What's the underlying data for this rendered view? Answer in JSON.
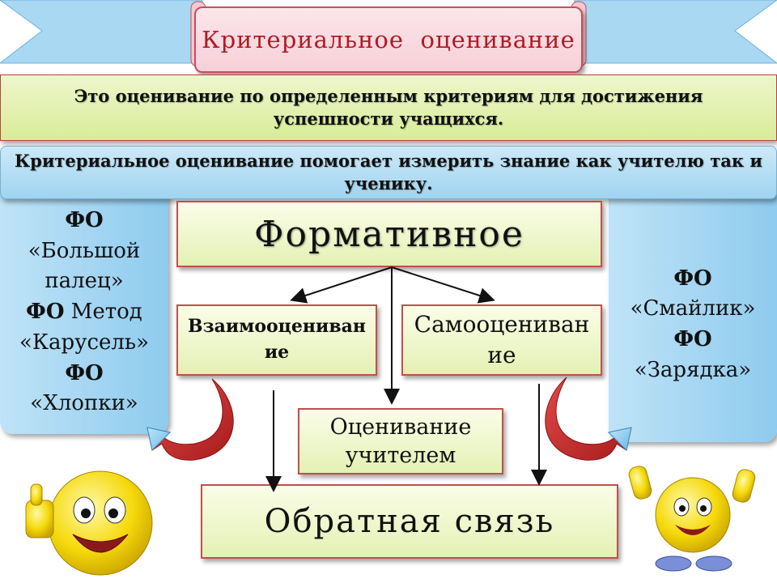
{
  "title": "Критериальное  оценивание",
  "definition": "Это оценивание по определенным критериям для достижения успешности учащихся.",
  "purpose": "Критериальное оценивание помогает измерить знание как  учителю так и ученику.",
  "left_panel": {
    "line1": "ФО",
    "line2": "«Большой",
    "line3": "палец»",
    "line4_bold": "ФО",
    "line4_rest": " Метод",
    "line5": "«Карусель»",
    "line6": "ФО",
    "line7": "«Хлопки»"
  },
  "right_panel": {
    "line1": "ФО",
    "line2": "«Смайлик»",
    "line3": "ФО",
    "line4": "«Зарядка»"
  },
  "boxes": {
    "formative": "Формативное",
    "peer": "Взаимооценивание",
    "self": "Самооценивание",
    "teacher": "Оценивание учителем",
    "feedback": "Обратная связь"
  },
  "colors": {
    "accent_red": "#c0504d",
    "green_fill": "#e4f1b4",
    "blue_fill": "#9fd4f0"
  }
}
